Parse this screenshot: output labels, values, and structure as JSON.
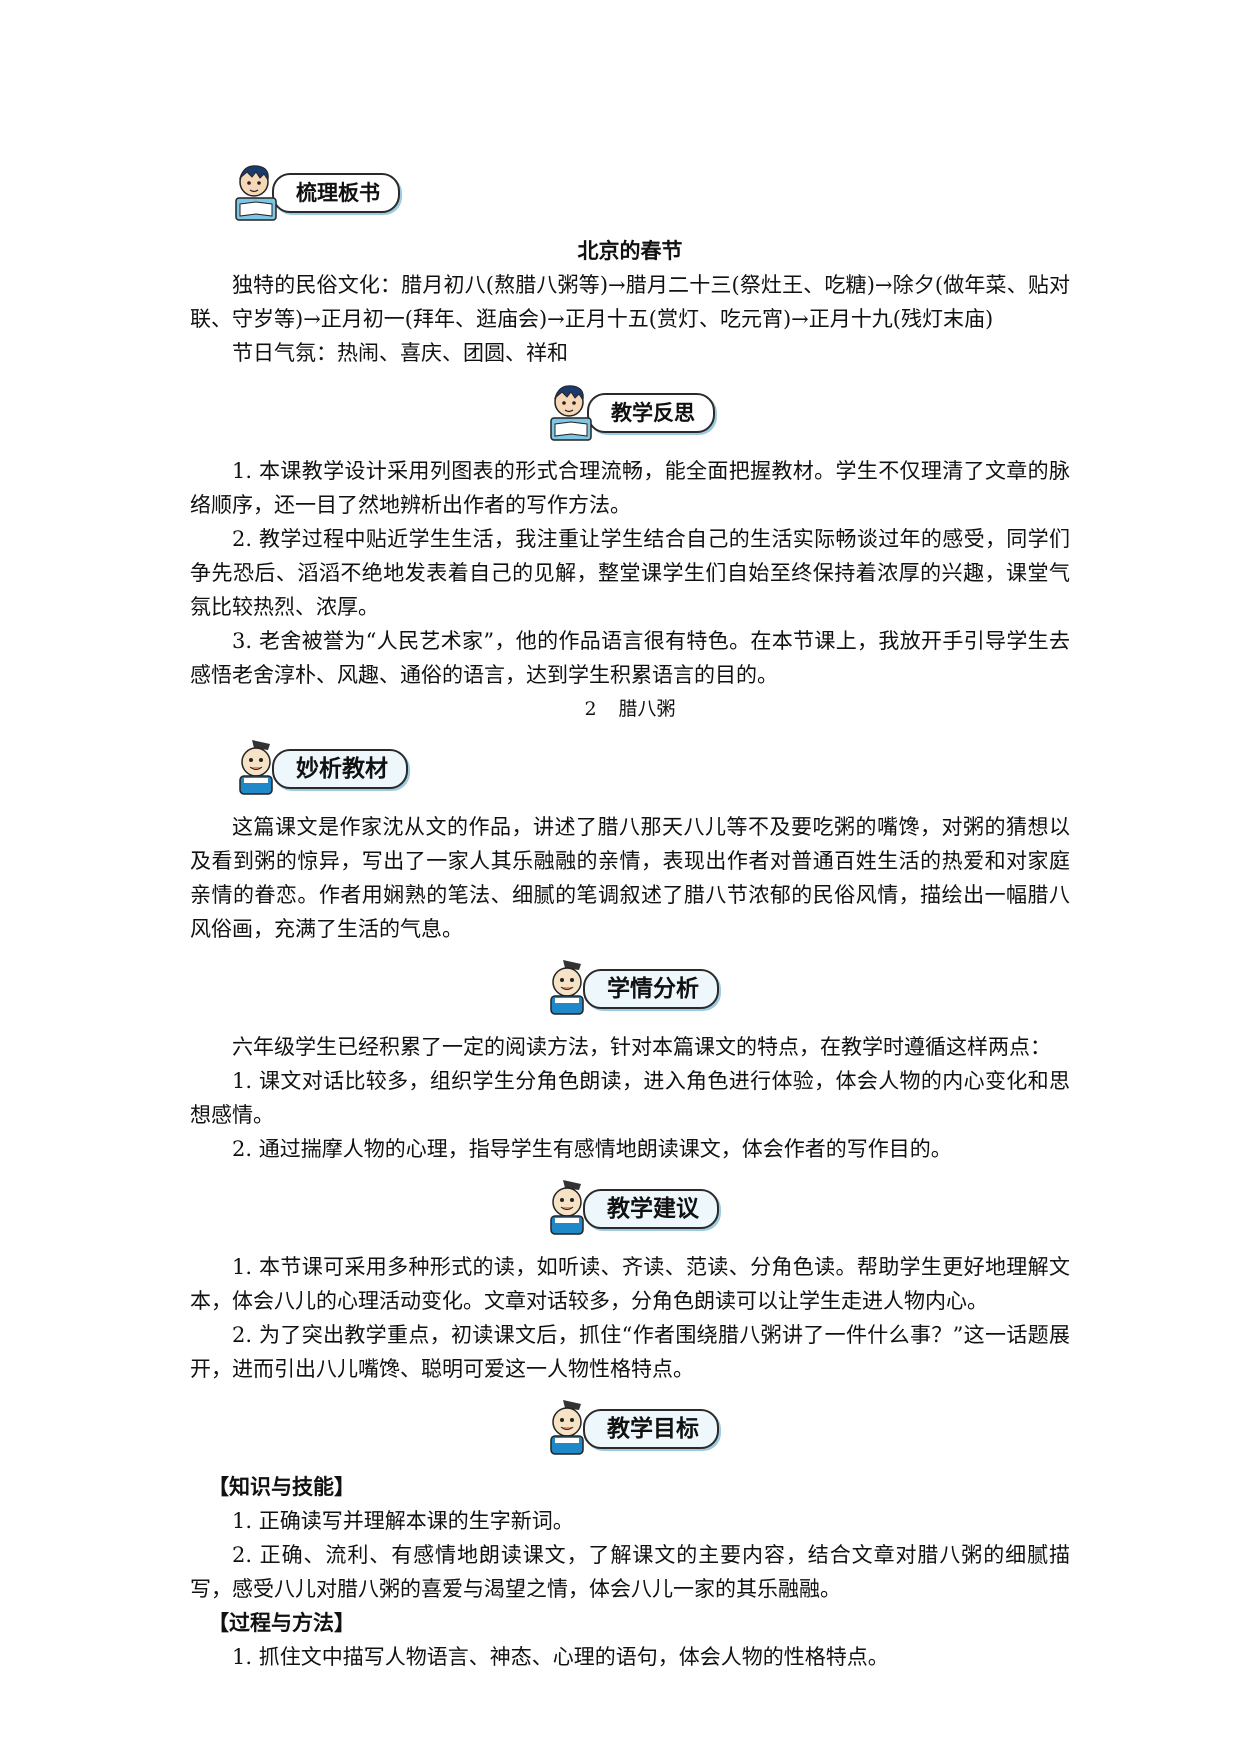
{
  "section1": {
    "heading": "梳理板书",
    "title": "北京的春节",
    "para1": "独特的民俗文化：腊月初八(熬腊八粥等)→腊月二十三(祭灶王、吃糖)→除夕(做年菜、贴对联、守岁等)→正月初一(拜年、逛庙会)→正月十五(赏灯、吃元宵)→正月十九(残灯末庙)",
    "para2": "节日气氛：热闹、喜庆、团圆、祥和"
  },
  "section2": {
    "heading": "教学反思",
    "items": [
      "1. 本课教学设计采用列图表的形式合理流畅，能全面把握教材。学生不仅理清了文章的脉络顺序，还一目了然地辨析出作者的写作方法。",
      "2. 教学过程中贴近学生生活，我注重让学生结合自己的生活实际畅谈过年的感受，同学们争先恐后、滔滔不绝地发表着自己的见解，整堂课学生们自始至终保持着浓厚的兴趣，课堂气氛比较热烈、浓厚。",
      "3. 老舍被誉为“人民艺术家”，他的作品语言很有特色。在本节课上，我放开手引导学生去感悟老舍淳朴、风趣、通俗的语言，达到学生积累语言的目的。"
    ]
  },
  "lesson": {
    "number": "2",
    "title": "腊八粥"
  },
  "section3": {
    "heading": "妙析教材",
    "para": "这篇课文是作家沈从文的作品，讲述了腊八那天八儿等不及要吃粥的嘴馋，对粥的猜想以及看到粥的惊异，写出了一家人其乐融融的亲情，表现出作者对普通百姓生活的热爱和对家庭亲情的眷恋。作者用娴熟的笔法、细腻的笔调叙述了腊八节浓郁的民俗风情，描绘出一幅腊八风俗画，充满了生活的气息。"
  },
  "section4": {
    "heading": "学情分析",
    "intro": "六年级学生已经积累了一定的阅读方法，针对本篇课文的特点，在教学时遵循这样两点：",
    "items": [
      "1. 课文对话比较多，组织学生分角色朗读，进入角色进行体验，体会人物的内心变化和思想感情。",
      "2. 通过揣摩人物的心理，指导学生有感情地朗读课文，体会作者的写作目的。"
    ]
  },
  "section5": {
    "heading": "教学建议",
    "items": [
      "1. 本节课可采用多种形式的读，如听读、齐读、范读、分角色读。帮助学生更好地理解文本，体会八儿的心理活动变化。文章对话较多，分角色朗读可以让学生走进人物内心。",
      "2. 为了突出教学重点，初读课文后，抓住“作者围绕腊八粥讲了一件什么事？”这一话题展开，进而引出八儿嘴馋、聪明可爱这一人物性格特点。"
    ]
  },
  "section6": {
    "heading": "教学目标",
    "sub1": "【知识与技能】",
    "sub1_items": [
      "1. 正确读写并理解本课的生字新词。",
      "2. 正确、流利、有感情地朗读课文，了解课文的主要内容，结合文章对腊八粥的细腻描写，感受八儿对腊八粥的喜爱与渴望之情，体会八儿一家的其乐融融。"
    ],
    "sub2": "【过程与方法】",
    "sub2_items": [
      "1. 抓住文中描写人物语言、神态、心理的语句，体会人物的性格特点。"
    ]
  }
}
